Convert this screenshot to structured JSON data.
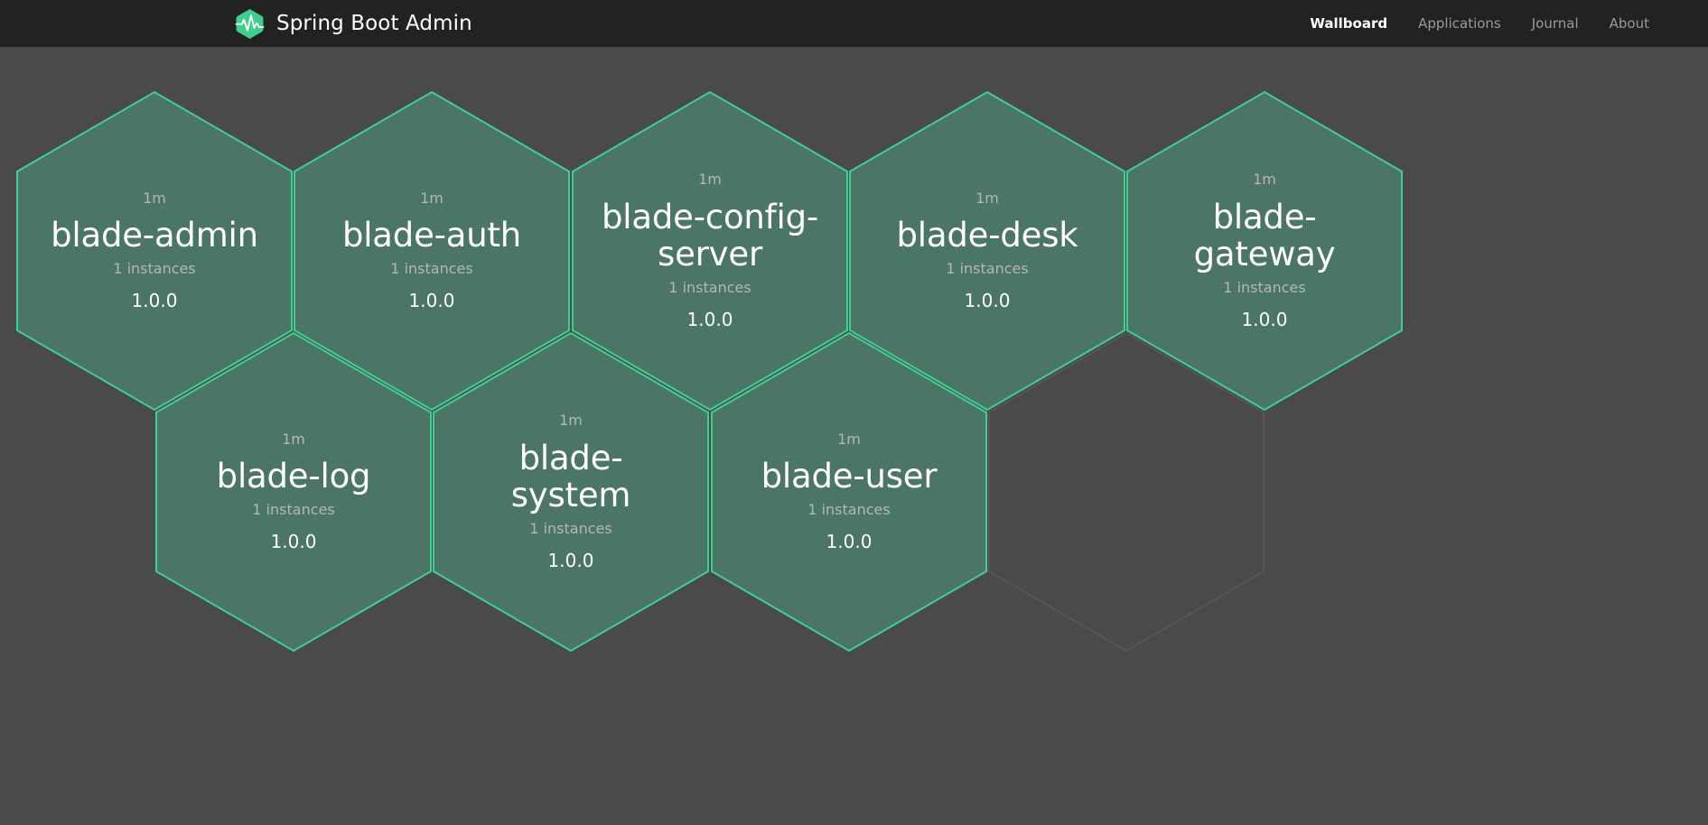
{
  "colors": {
    "page_background": "#4a4a4a",
    "navbar_background": "#222222",
    "hex_fill": "#4b7566",
    "hex_border": "#3fcf92",
    "empty_hex_border": "#565656",
    "logo_green": "#3ecf8e",
    "muted_text": "#b6b6b6",
    "primary_text": "#ffffff",
    "nav_inactive_text": "#9a9a9a"
  },
  "header": {
    "logo_icon": "heartbeat-hexagon-icon",
    "title": "Spring Boot Admin",
    "nav": [
      {
        "label": "Wallboard",
        "active": true
      },
      {
        "label": "Applications",
        "active": false
      },
      {
        "label": "Journal",
        "active": false
      },
      {
        "label": "About",
        "active": false
      }
    ]
  },
  "wallboard": {
    "applications": [
      {
        "status": "1m",
        "name": "blade-admin",
        "instances": "1 instances",
        "version": "1.0.0"
      },
      {
        "status": "1m",
        "name": "blade-auth",
        "instances": "1 instances",
        "version": "1.0.0"
      },
      {
        "status": "1m",
        "name": "blade-config-server",
        "instances": "1 instances",
        "version": "1.0.0"
      },
      {
        "status": "1m",
        "name": "blade-desk",
        "instances": "1 instances",
        "version": "1.0.0"
      },
      {
        "status": "1m",
        "name": "blade-gateway",
        "instances": "1 instances",
        "version": "1.0.0"
      },
      {
        "status": "1m",
        "name": "blade-log",
        "instances": "1 instances",
        "version": "1.0.0"
      },
      {
        "status": "1m",
        "name": "blade-system",
        "instances": "1 instances",
        "version": "1.0.0"
      },
      {
        "status": "1m",
        "name": "blade-user",
        "instances": "1 instances",
        "version": "1.0.0"
      }
    ],
    "empty_slots": 1
  }
}
